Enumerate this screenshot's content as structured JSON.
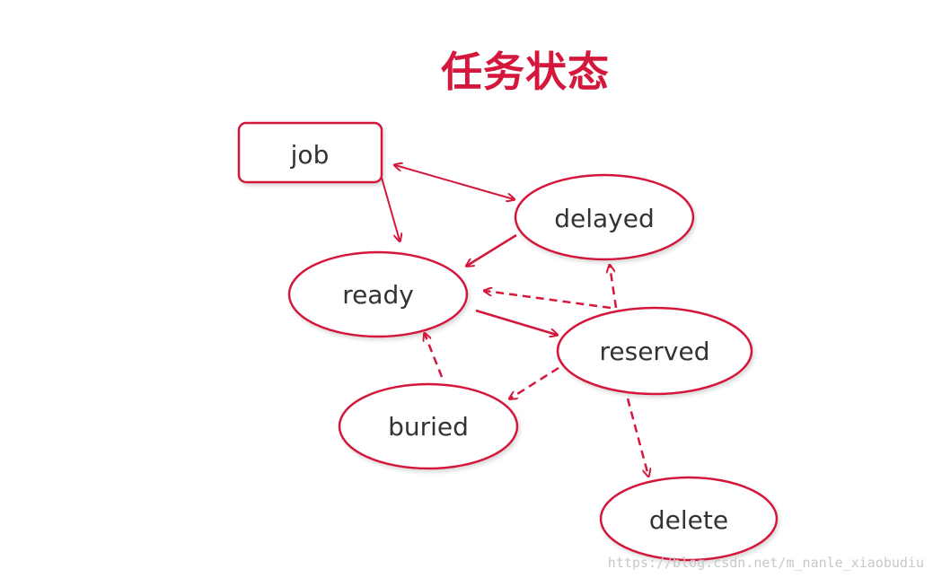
{
  "title": "任务状态",
  "watermark": "https://blog.csdn.net/m_nanle_xiaobudiu",
  "colors": {
    "stroke": "#d4183d",
    "title": "#d4183d",
    "text": "#333333"
  },
  "nodes": {
    "job": "job",
    "delayed": "delayed",
    "ready": "ready",
    "reserved": "reserved",
    "buried": "buried",
    "delete": "delete"
  }
}
